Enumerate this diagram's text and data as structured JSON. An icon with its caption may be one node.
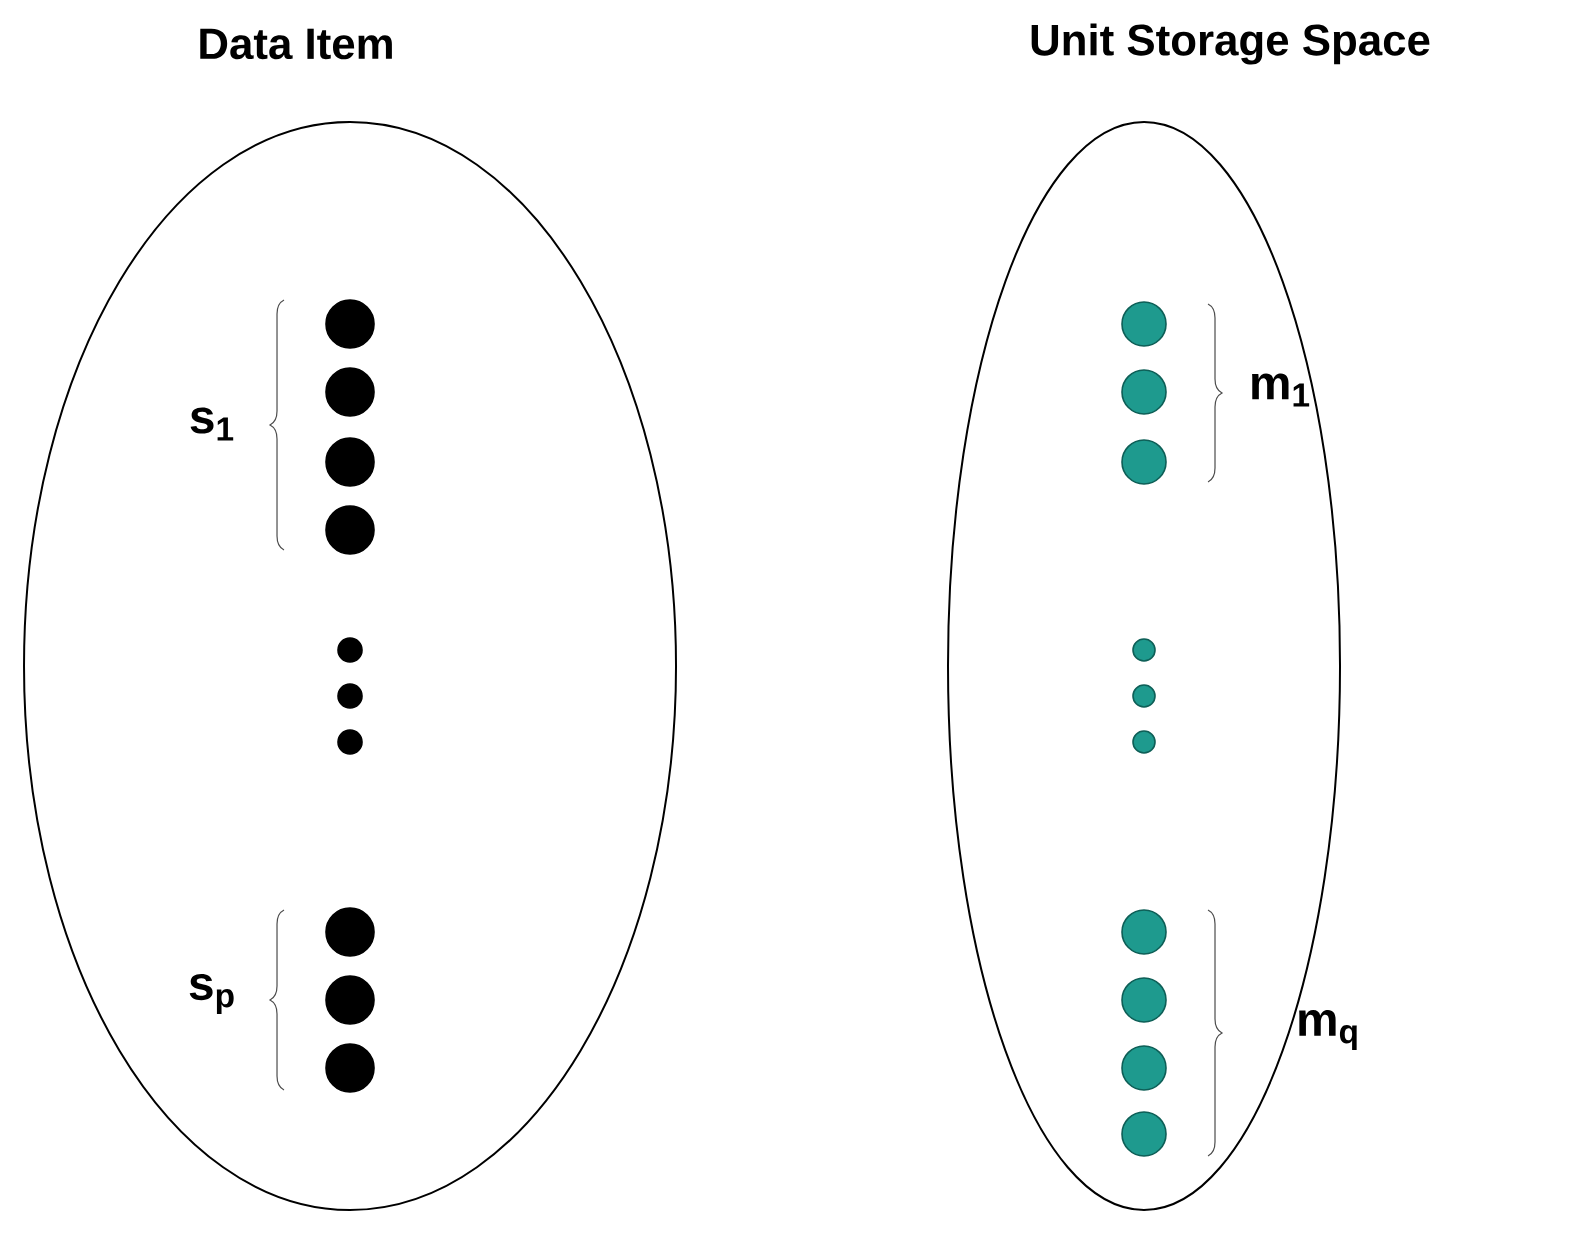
{
  "diagram": {
    "nodes": [
      {
        "text": [
          "Data Item"
        ]
      },
      {
        "text": [
          "Unit Storage Space"
        ]
      }
    ],
    "labels": [
      "s$_{1}$",
      "s$_{p}$",
      "m$_{1}$",
      "m$_{q}$"
    ]
  }
}
